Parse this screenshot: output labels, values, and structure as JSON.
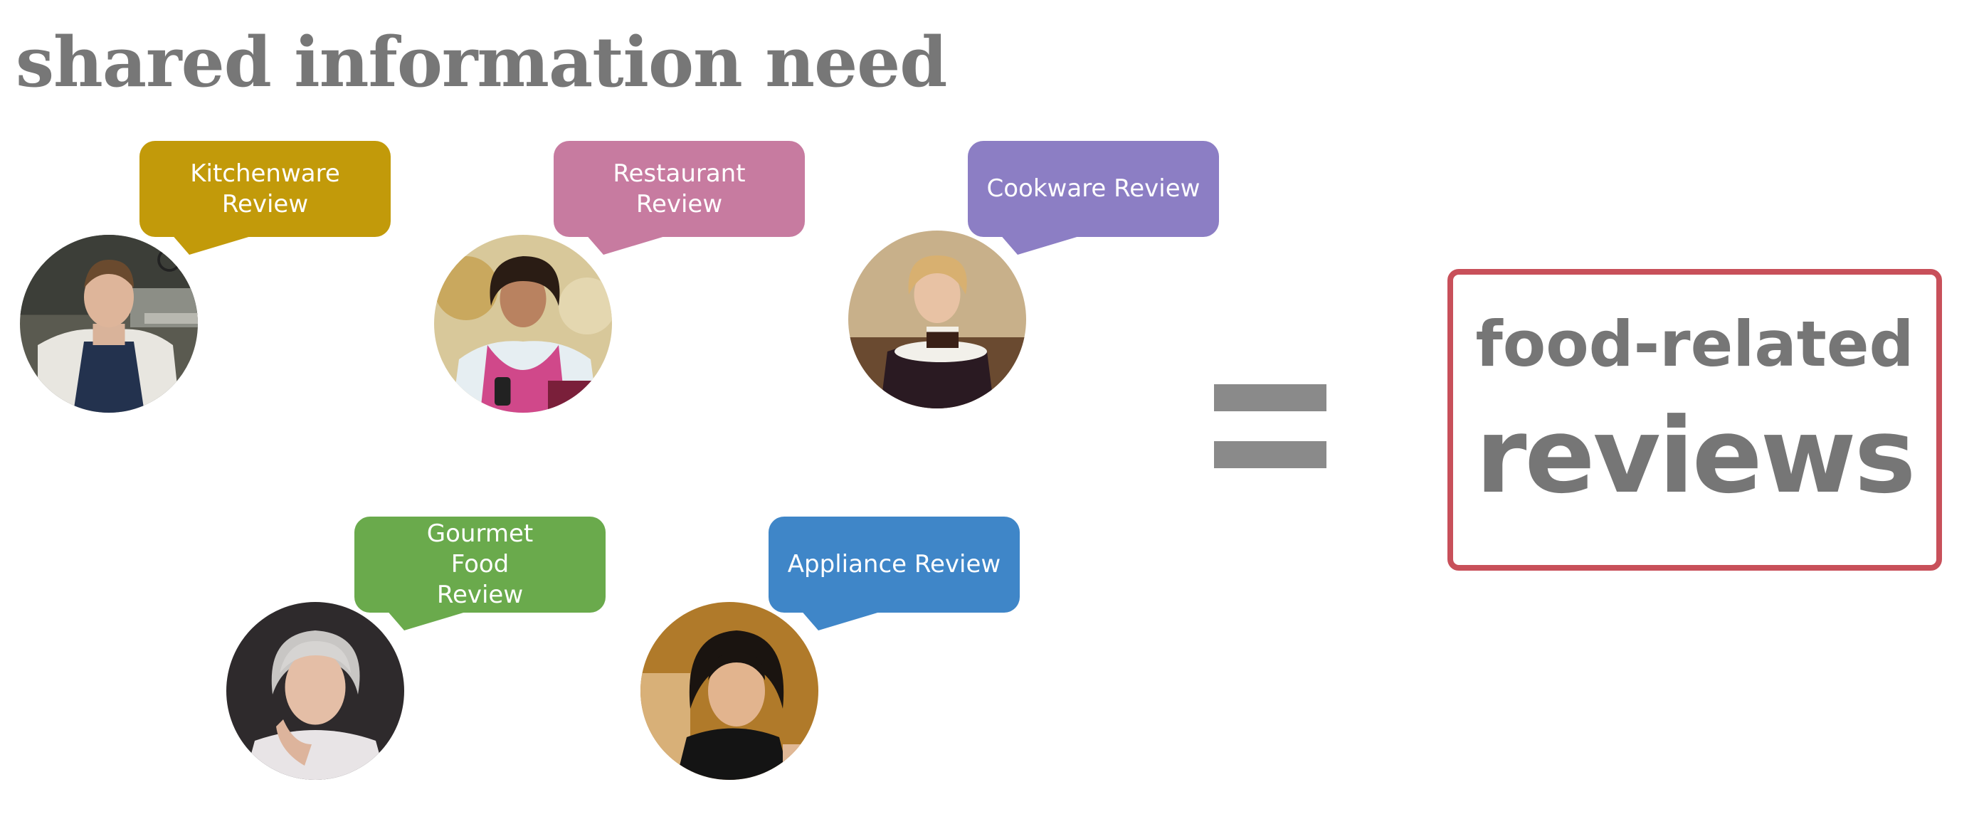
{
  "title": "shared information need",
  "personas": [
    {
      "id": "chef",
      "bubble": "Kitchenware Review",
      "color": "#c29a0a"
    },
    {
      "id": "student",
      "bubble": "Restaurant Review",
      "color": "#c77ba0"
    },
    {
      "id": "diner",
      "bubble": "Cookware Review",
      "color": "#8c7ec4"
    },
    {
      "id": "older-woman",
      "bubble": "Gourmet Food Review",
      "color": "#6aaa4c"
    },
    {
      "id": "young-woman",
      "bubble": "Appliance Review",
      "color": "#3f86c8"
    }
  ],
  "operator": "=",
  "result": {
    "line1": "food-related",
    "line2": "reviews",
    "border_color": "#c8505a"
  }
}
